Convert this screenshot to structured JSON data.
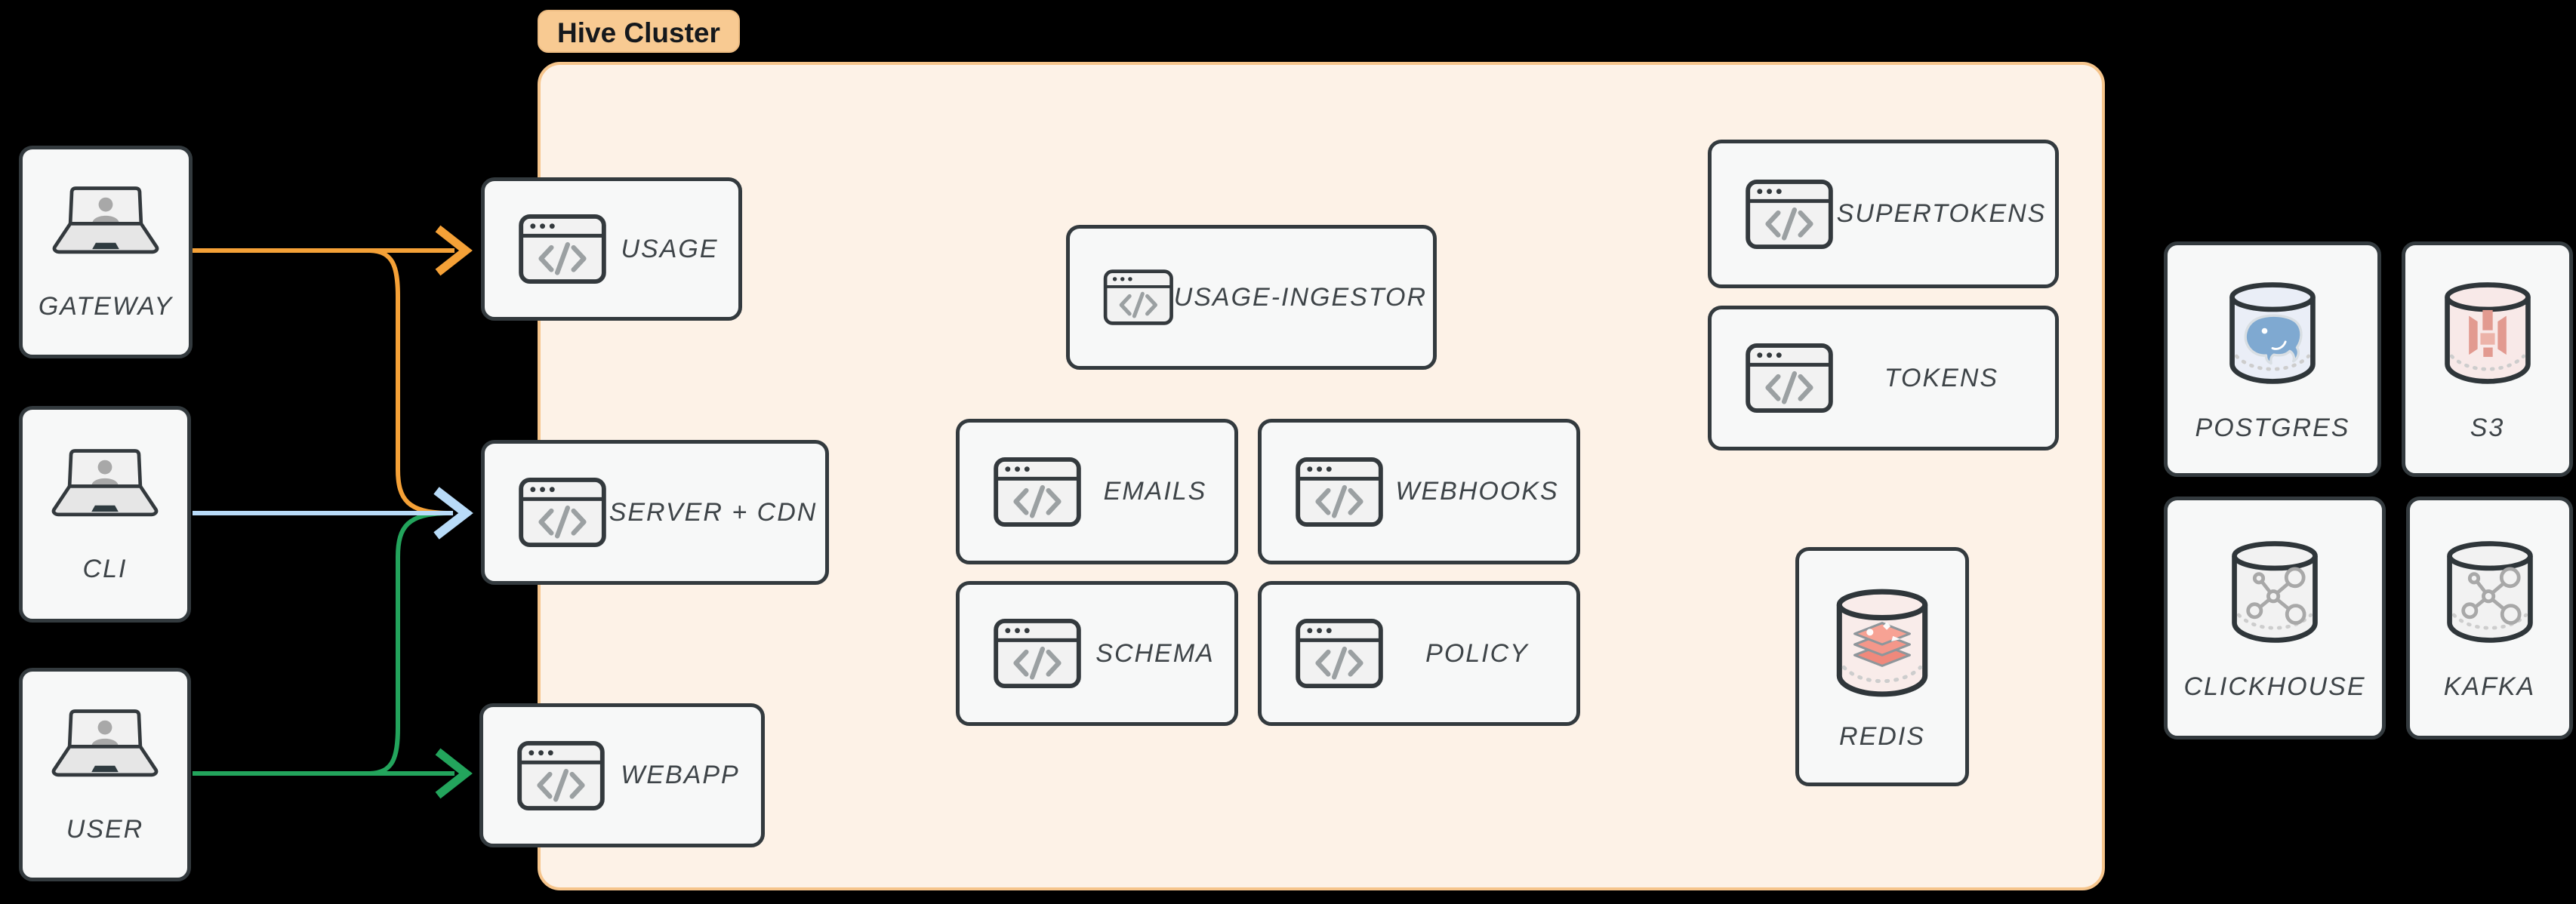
{
  "cluster": {
    "label": "Hive Cluster"
  },
  "clients": [
    {
      "id": "gateway",
      "label": "GATEWAY",
      "icon": "laptop-user-icon"
    },
    {
      "id": "cli",
      "label": "CLI",
      "icon": "laptop-user-icon"
    },
    {
      "id": "user",
      "label": "USER",
      "icon": "laptop-user-icon"
    }
  ],
  "services": [
    {
      "id": "usage",
      "label": "USAGE",
      "icon": "code-window-icon"
    },
    {
      "id": "server-cdn",
      "label": "SERVER + CDN",
      "icon": "code-window-icon"
    },
    {
      "id": "webapp",
      "label": "WEBAPP",
      "icon": "code-window-icon"
    },
    {
      "id": "usage-ingestor",
      "label": "USAGE-INGESTOR",
      "icon": "code-window-icon"
    },
    {
      "id": "emails",
      "label": "EMAILS",
      "icon": "code-window-icon"
    },
    {
      "id": "webhooks",
      "label": "WEBHOOKS",
      "icon": "code-window-icon"
    },
    {
      "id": "schema",
      "label": "SCHEMA",
      "icon": "code-window-icon"
    },
    {
      "id": "policy",
      "label": "POLICY",
      "icon": "code-window-icon"
    },
    {
      "id": "supertokens",
      "label": "SUPERTOKENS",
      "icon": "code-window-icon"
    },
    {
      "id": "tokens",
      "label": "TOKENS",
      "icon": "code-window-icon"
    }
  ],
  "datastores": [
    {
      "id": "redis",
      "label": "REDIS",
      "icon": "database-cylinder-redis-icon"
    },
    {
      "id": "postgres",
      "label": "POSTGRES",
      "icon": "database-cylinder-postgres-icon"
    },
    {
      "id": "s3",
      "label": "S3",
      "icon": "database-cylinder-s3-icon"
    },
    {
      "id": "clickhouse",
      "label": "CLICKHOUSE",
      "icon": "database-cylinder-network-icon"
    },
    {
      "id": "kafka",
      "label": "KAFKA",
      "icon": "database-cylinder-network-icon"
    }
  ],
  "edges": [
    {
      "from": "GATEWAY",
      "to": "USAGE",
      "color": "#F5A137"
    },
    {
      "from": "GATEWAY",
      "to": "SERVER + CDN",
      "color": "#F5A137"
    },
    {
      "from": "CLI",
      "to": "SERVER + CDN",
      "color": "#B8DBF8"
    },
    {
      "from": "USER",
      "to": "WEBAPP",
      "color": "#23A45C"
    },
    {
      "from": "USER",
      "to": "SERVER + CDN",
      "color": "#23A45C"
    }
  ],
  "colors": {
    "background": "#000000",
    "cluster_fill": "#fdf2e7",
    "cluster_border": "#f6c58c",
    "cluster_tag_fill": "#f8ca92",
    "node_fill": "#f7f8f8",
    "node_border": "#333a3e",
    "label_text": "#3e4448",
    "arrow_orange": "#F5A137",
    "arrow_blue": "#B8DBF8",
    "arrow_green": "#23A45C"
  }
}
